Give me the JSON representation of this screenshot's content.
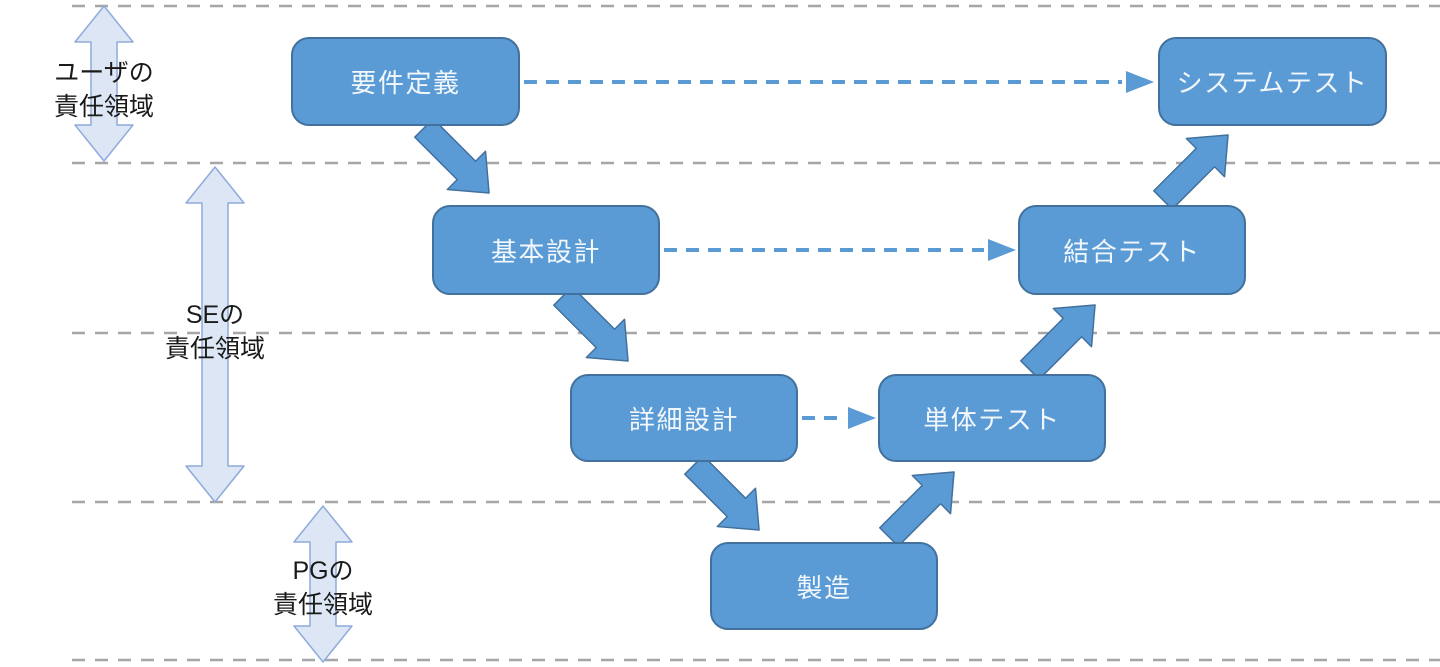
{
  "boxes": [
    {
      "label": "要件定義"
    },
    {
      "label": "基本設計"
    },
    {
      "label": "詳細設計"
    },
    {
      "label": "製造"
    },
    {
      "label": "単体テスト"
    },
    {
      "label": "結合テスト"
    },
    {
      "label": "システムテスト"
    }
  ],
  "regions": [
    {
      "line1": "ユーザの",
      "line2": "責任領域"
    },
    {
      "line1": "SEの",
      "line2": "責任領域"
    },
    {
      "line1": "PGの",
      "line2": "責任領域"
    }
  ],
  "colors": {
    "box_fill": "#5B9BD5",
    "box_border": "#41719C",
    "box_text": "#F2F7FC",
    "region_arrow_fill": "#DCE6F4",
    "region_arrow_border": "#8FAADC",
    "separator_line": "#A6A6A6",
    "connector": "#5B9BD5",
    "label_text": "#1A1A1A",
    "page_bg": "#FFFFFF"
  }
}
